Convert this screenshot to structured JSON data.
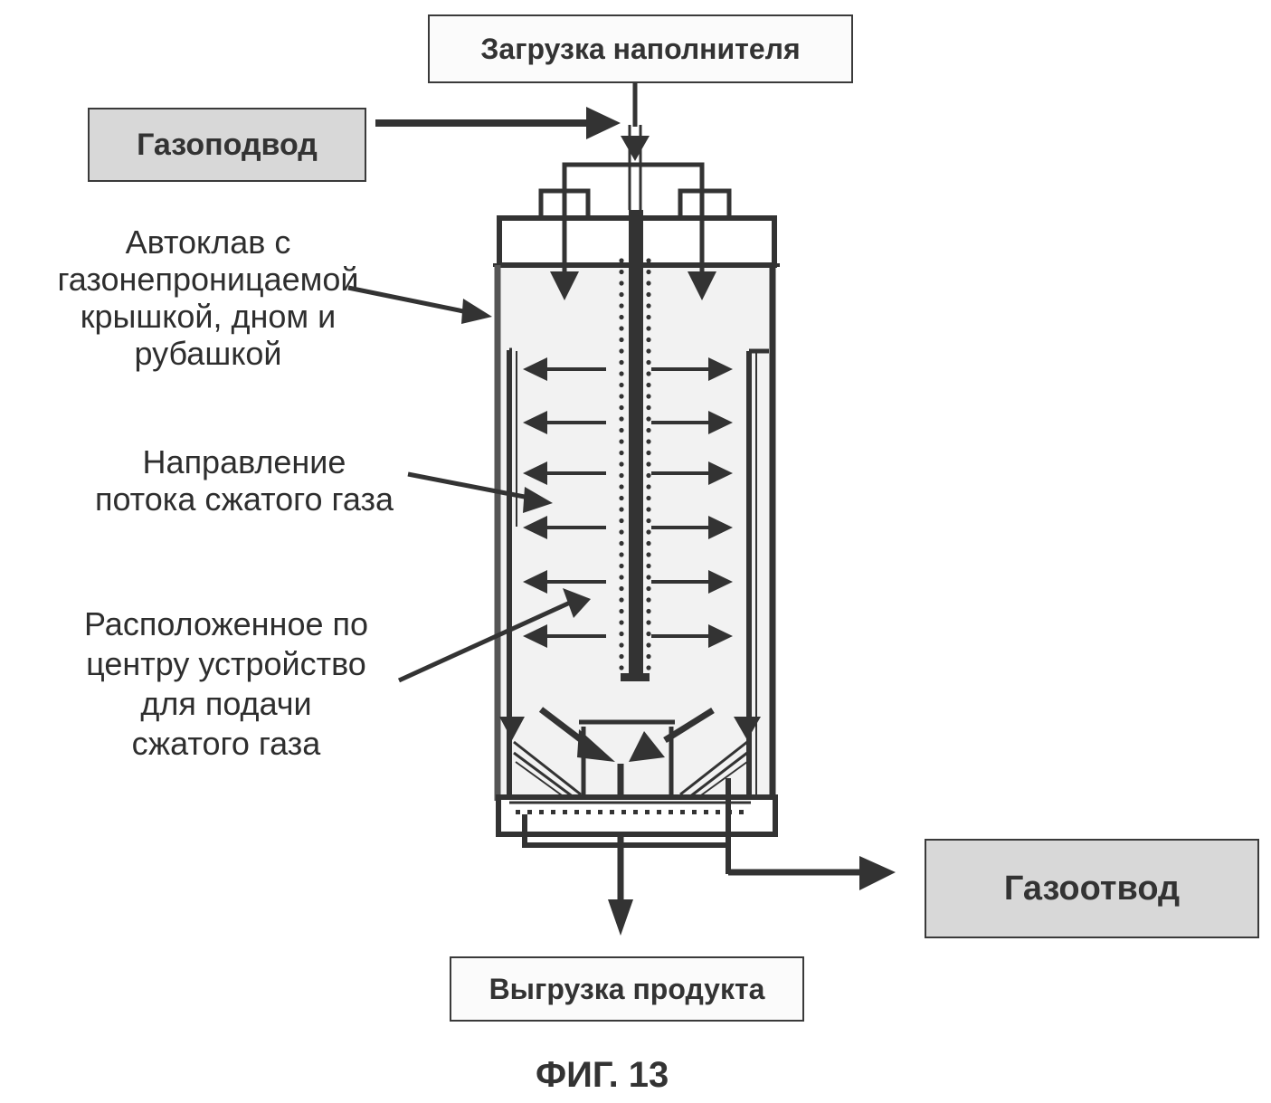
{
  "figure": {
    "caption": "ФИГ. 13",
    "colors": {
      "ink": "#333333",
      "shaded_box": "#d8d8d8",
      "vessel_fill": "#f2f2f2",
      "line": "#3a3a3a"
    }
  },
  "boxes": {
    "filler_loading": "Загрузка наполнителя",
    "gas_inlet": "Газоподвод",
    "gas_outlet": "Газоотвод",
    "product_unloading": "Выгрузка продукта"
  },
  "callouts": {
    "autoclave": [
      "Автоклав с",
      "газонепроницаемой",
      "крышкой, дном и",
      "рубашкой"
    ],
    "flow_direction": [
      "Направление",
      "потока сжатого газа"
    ],
    "central_device": [
      "Расположенное по",
      "центру устройство",
      "для подачи",
      "сжатого газа"
    ]
  },
  "flow_arrow_rows": 6
}
